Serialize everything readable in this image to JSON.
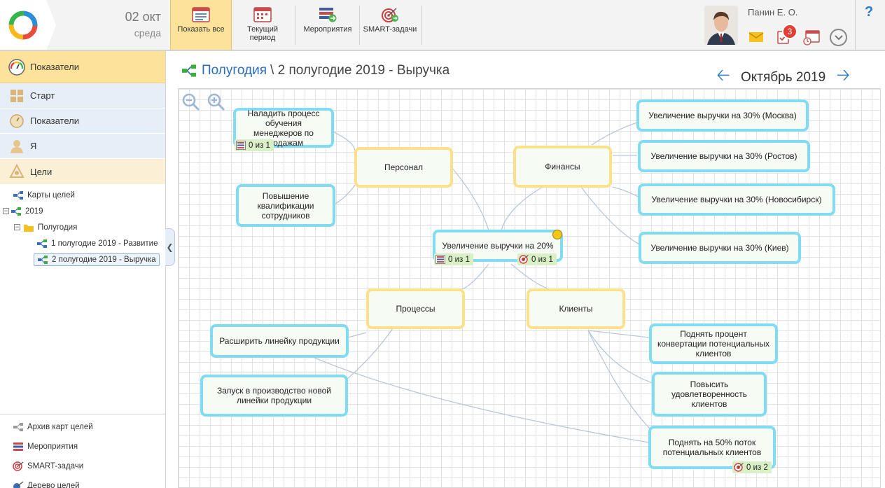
{
  "header": {
    "date_day": "02 окт",
    "date_weekday": "среда",
    "toolbar": [
      {
        "label": "Показать все",
        "icon": "list-icon"
      },
      {
        "label": "Текущий период",
        "icon": "calendar-icon"
      },
      {
        "label": "Мероприятия",
        "icon": "events-icon"
      },
      {
        "label": "SMART-задачи",
        "icon": "target-icon"
      }
    ],
    "user_name": "Панин Е. О.",
    "tasks_badge": "3",
    "help": "?"
  },
  "sidebar": {
    "header": "Показатели",
    "menu": [
      {
        "label": "Старт",
        "icon": "grid-icon"
      },
      {
        "label": "Показатели",
        "icon": "gauge-icon"
      },
      {
        "label": "Я",
        "icon": "user-icon"
      },
      {
        "label": "Цели",
        "icon": "goals-icon"
      }
    ],
    "tree": {
      "root": "Карты целей",
      "year": "2019",
      "folder": "Полугодия",
      "items": [
        "1 полугодие 2019 - Развитие",
        "2 полугодие 2019 - Выручка"
      ]
    },
    "bottom": [
      {
        "label": "Архив карт целей",
        "icon": "archive-icon"
      },
      {
        "label": "Мероприятия",
        "icon": "events-icon"
      },
      {
        "label": "SMART-задачи",
        "icon": "target-icon"
      },
      {
        "label": "Дерево целей",
        "icon": "tree-icon"
      }
    ]
  },
  "main": {
    "breadcrumb_link": "Полугодия",
    "breadcrumb_rest": "\\ 2 полугодие 2019 - Выручка",
    "period": "Октябрь 2019"
  },
  "map": {
    "nodes": {
      "center": "Увеличение выручки на 20%",
      "personal": "Персонал",
      "finance": "Финансы",
      "processes": "Процессы",
      "clients": "Клиенты",
      "training": "Наладить процесс обучения менеджеров по продажам",
      "qualification": "Повышение квалификации сотрудников",
      "moscow": "Увеличение выручки на 30% (Москва)",
      "rostov": "Увеличение выручки на 30% (Ростов)",
      "novosibirsk": "Увеличение выручки на 30% (Новосибирск)",
      "kiev": "Увеличение выручки на 30% (Киев)",
      "expand_line": "Расширить линейку продукции",
      "launch": "Запуск в производство новой линейки продукции",
      "conversion": "Поднять процент конвертации потенциальных клиентов",
      "loyalty": "Повысить удовлетворенность клиентов",
      "flow": "Поднять на 50% поток потенциальных клиентов"
    },
    "badges": {
      "training_events": "0 из 1",
      "center_events": "0 из 1",
      "center_smart": "0 из 1",
      "flow_smart": "0 из 2"
    }
  },
  "colors": {
    "accent": "#fde29a",
    "link": "#2c6db8",
    "node_blue_border": "#7fdcf3",
    "node_yellow_border": "#fde08a"
  }
}
